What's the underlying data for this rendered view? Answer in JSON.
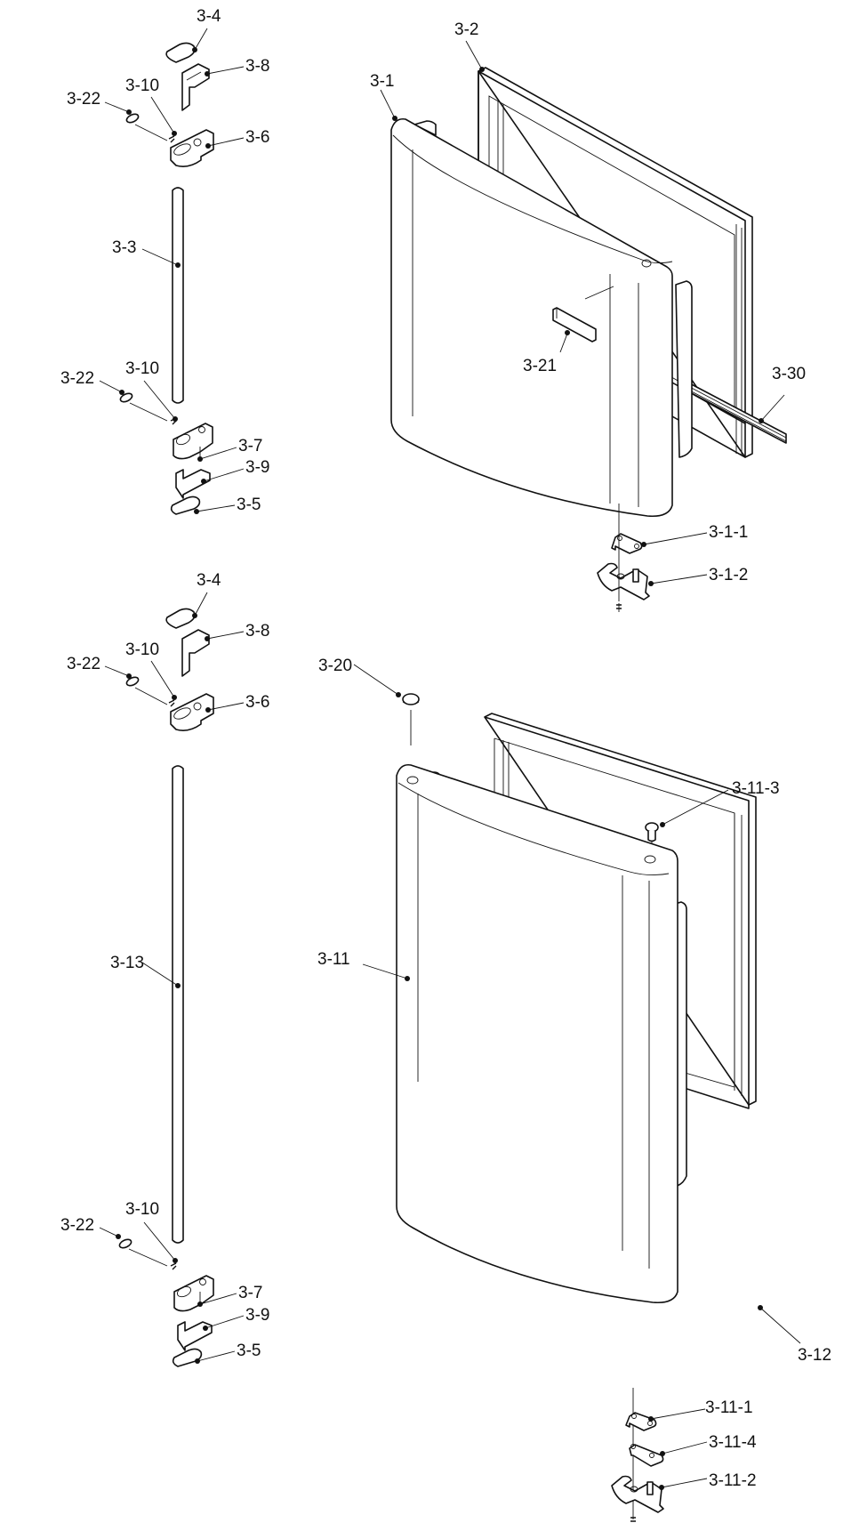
{
  "diagram": {
    "type": "exploded-parts-view",
    "subject": "refrigerator doors with hinges and handles",
    "colors": {
      "line": "#111111",
      "background": "#ffffff"
    },
    "callouts": {
      "upper_handle_top_cap": "3-4",
      "upper_handle_top_bracket": "3-8",
      "upper_handle_top_screw": "3-10",
      "upper_handle_top_cover": "3-22",
      "upper_handle_top_holder": "3-6",
      "upper_handle_pipe": "3-3",
      "upper_handle_bottom_cover": "3-22",
      "upper_handle_bottom_screw": "3-10",
      "upper_handle_bottom_holder": "3-7",
      "upper_handle_bottom_bracket": "3-9",
      "upper_handle_bottom_cap": "3-5",
      "lower_handle_top_cap": "3-4",
      "lower_handle_top_bracket": "3-8",
      "lower_handle_top_screw": "3-10",
      "lower_handle_top_cover": "3-22",
      "lower_handle_top_holder": "3-6",
      "lower_handle_pipe": "3-13",
      "lower_handle_bottom_cover": "3-22",
      "lower_handle_bottom_screw": "3-10",
      "lower_handle_bottom_holder": "3-7",
      "lower_handle_bottom_bracket": "3-9",
      "lower_handle_bottom_cap": "3-5",
      "freezer_door": "3-1",
      "freezer_gasket": "3-2",
      "freezer_badge": "3-21",
      "freezer_rail": "3-30",
      "freezer_hinge_plate": "3-1-1",
      "freezer_hinge_bracket": "3-1-2",
      "top_cap": "3-20",
      "fridge_door": "3-11",
      "fridge_hinge_pin": "3-11-3",
      "fridge_gasket": "3-12",
      "fridge_hinge_plate": "3-11-1",
      "fridge_hinge_spacer": "3-11-4",
      "fridge_hinge_bracket": "3-11-2"
    }
  }
}
